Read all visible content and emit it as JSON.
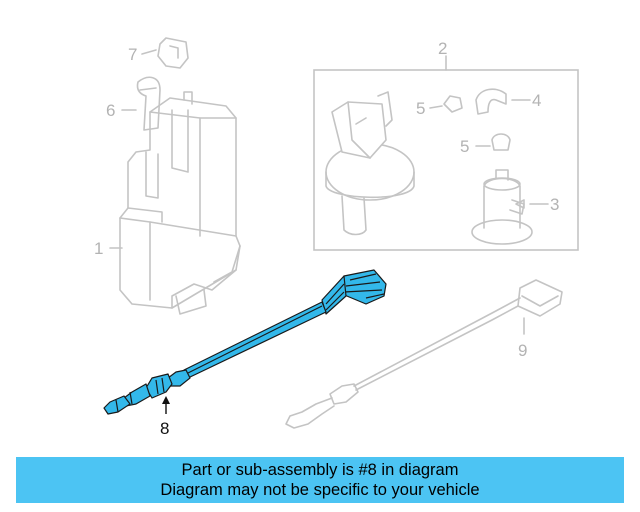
{
  "callouts": {
    "c1": "1",
    "c2": "2",
    "c3": "3",
    "c4": "4",
    "c5a": "5",
    "c5b": "5",
    "c6": "6",
    "c7": "7",
    "c8": "8",
    "c9": "9"
  },
  "highlighted_part": "8",
  "banner": {
    "line1": "Part or sub-assembly is #8 in diagram",
    "line2": "Diagram may not be specific to your vehicle"
  },
  "colors": {
    "highlight": "#33b8ea",
    "banner_bg": "#4cc4f3",
    "faint_line": "#c4c4c4"
  }
}
